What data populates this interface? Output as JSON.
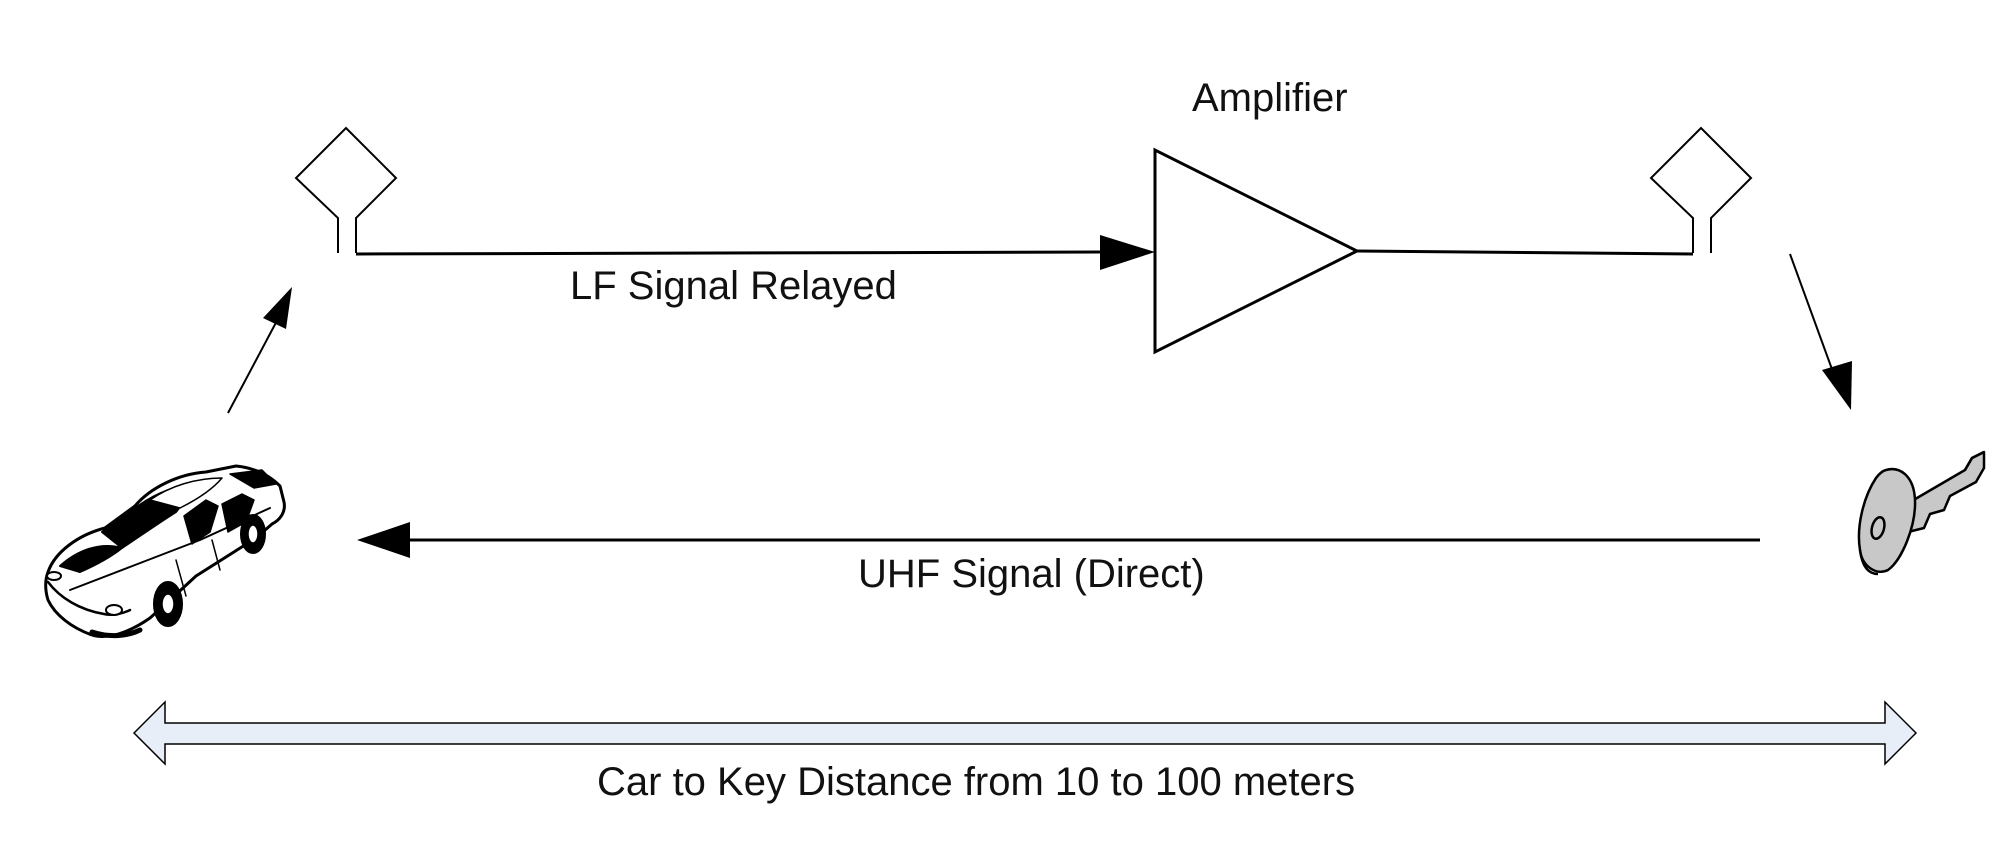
{
  "labels": {
    "amplifier": "Amplifier",
    "lf_signal": "LF Signal Relayed",
    "uhf_signal": "UHF Signal (Direct)",
    "distance": "Car to Key Distance from 10 to 100 meters"
  },
  "icons": {
    "car": "car-icon",
    "key": "key-icon",
    "antenna": "antenna-icon"
  },
  "colors": {
    "line": "#000000",
    "distance_arrow_fill": "#e8eef7",
    "key_fill": "#c8c8c8"
  }
}
